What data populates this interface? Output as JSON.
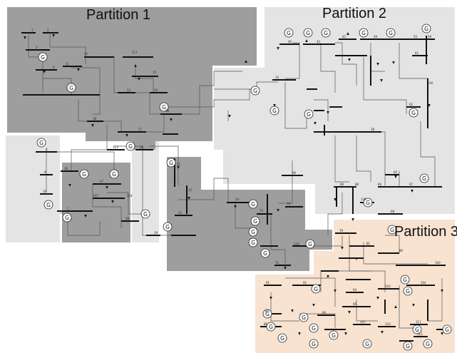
{
  "partitions": [
    {
      "title": "Partition 1",
      "color": "#9e9e9e"
    },
    {
      "title": "Partition 2",
      "color": "#e2e2e2"
    },
    {
      "title": "Partition 3",
      "color": "#f7e1cf"
    }
  ],
  "generator_symbol": "G",
  "colors": {
    "partition1_fill": "#9e9e9e",
    "partition2_fill": "#e4e4e4",
    "partition3_fill": "#f8e2d0",
    "bus_line": "#111111",
    "wire": "#444444"
  },
  "icons": {
    "generator": "generator-icon",
    "load": "load-arrow-icon"
  }
}
